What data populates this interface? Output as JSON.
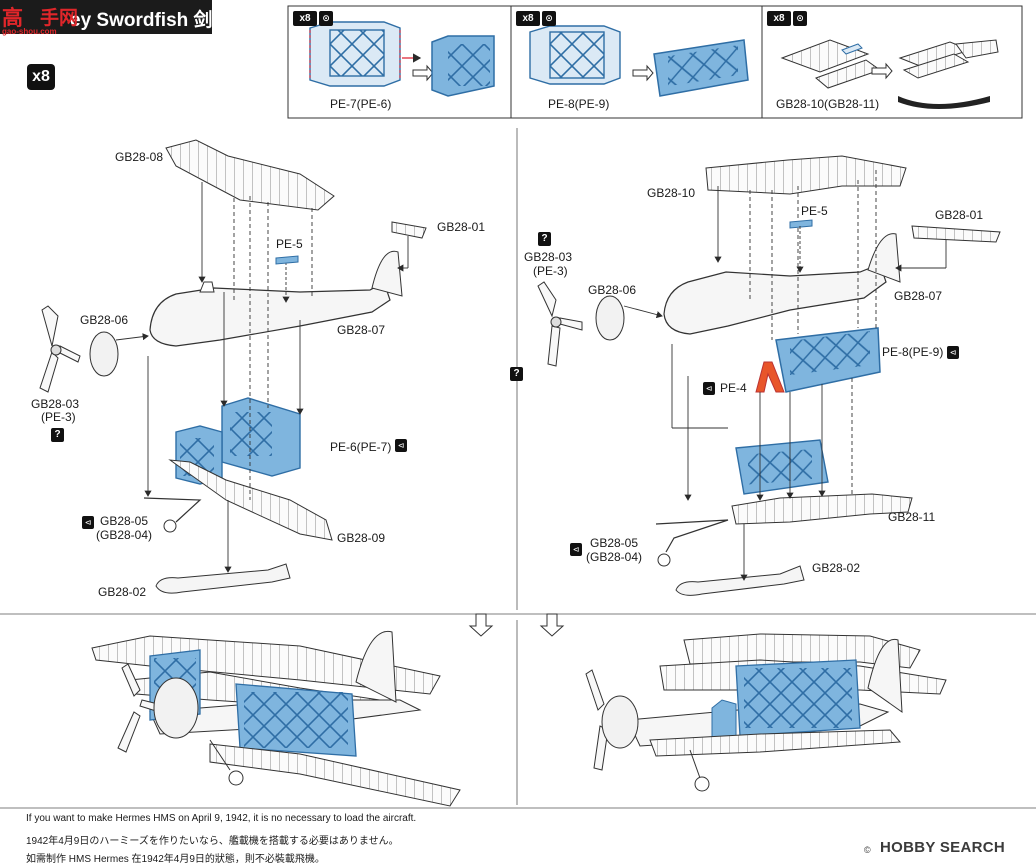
{
  "header": {
    "logo_text_a": "高",
    "logo_text_b": "手网",
    "logo_url": "gao-shou.com",
    "title": "ey Swordfish  剑鱼",
    "quantity_badge": "x8"
  },
  "top_panels": [
    {
      "badge": "x8",
      "icon": "⊙",
      "label": "PE-7(PE-6)"
    },
    {
      "badge": "x8",
      "icon": "⊙",
      "label": "PE-8(PE-9)"
    },
    {
      "badge": "x8",
      "icon": "⊙",
      "label": "GB28-10(GB28-11)"
    }
  ],
  "left_assembly": {
    "labels": {
      "gb28_08": "GB28-08",
      "gb28_01": "GB28-01",
      "pe5": "PE-5",
      "gb28_06": "GB28-06",
      "gb28_07": "GB28-07",
      "gb28_03": "GB28-03",
      "pe3": "(PE-3)",
      "pe6": "PE-6(PE-7)",
      "gb28_05": "GB28-05",
      "gb28_04": "(GB28-04)",
      "gb28_09": "GB28-09",
      "gb28_02": "GB28-02"
    }
  },
  "right_assembly": {
    "labels": {
      "gb28_10": "GB28-10",
      "gb28_01": "GB28-01",
      "pe5": "PE-5",
      "gb28_03": "GB28-03",
      "pe3": "(PE-3)",
      "gb28_06": "GB28-06",
      "gb28_07": "GB28-07",
      "pe8": "PE-8(PE-9)",
      "pe4": "PE-4",
      "gb28_11": "GB28-11",
      "gb28_05": "GB28-05",
      "gb28_04": "(GB28-04)",
      "gb28_02": "GB28-02"
    }
  },
  "question_mark": "?",
  "notes": {
    "english": "If you want to make Hermes HMS on April 9, 1942, it is no necessary to load the aircraft.",
    "japanese": "1942年4月9日のハーミーズを作りたいなら、艦載機を搭載する必要はありません。",
    "chinese": "如需制作 HMS Hermes 在1942年4月9日的狀態，則不必裝載飛機。"
  },
  "watermark": {
    "copyright": "©",
    "text": "HOBBY SEARCH"
  },
  "colors": {
    "strut_blue": "#6ea9d6",
    "strut_edge": "#2f6ea5",
    "pe4_orange": "#e8552a",
    "line": "#2a2a2a",
    "logo_red": "#e0262a"
  }
}
